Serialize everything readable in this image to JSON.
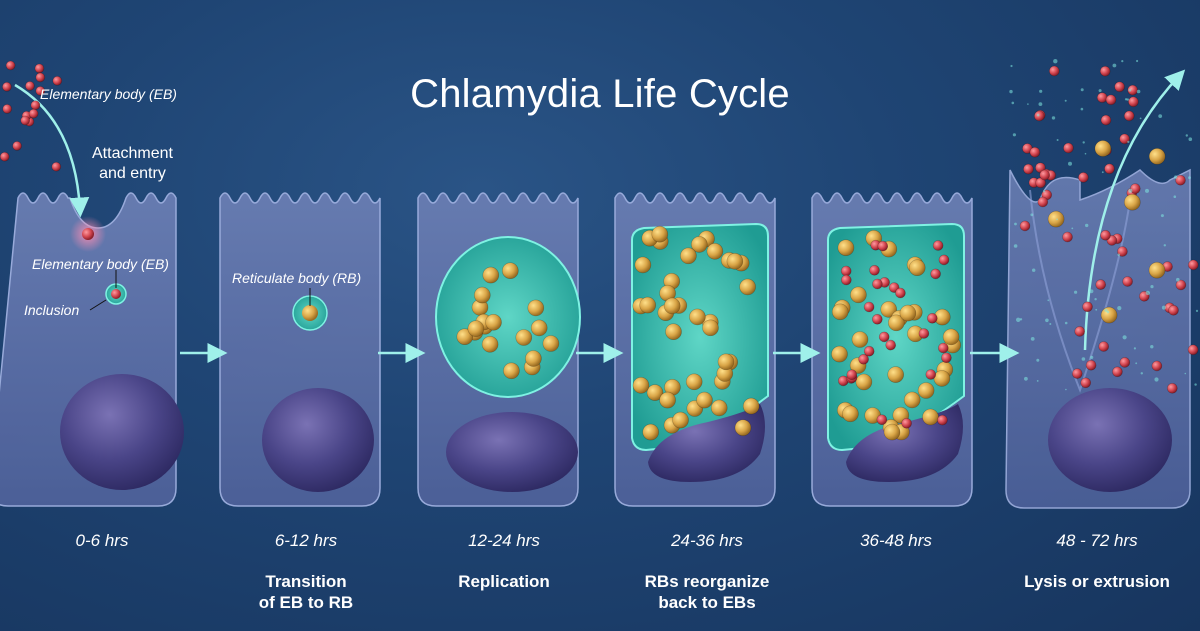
{
  "title": "Chlamydia Life Cycle",
  "annotations": {
    "eb_top": "Elementary body (EB)",
    "attachment_line1": "Attachment",
    "attachment_line2": "and entry",
    "eb_cell": "Elementary body (EB)",
    "inclusion": "Inclusion",
    "rb": "Reticulate body (RB)"
  },
  "stages": [
    {
      "time": "0-6 hrs",
      "caption": []
    },
    {
      "time": "6-12 hrs",
      "caption": [
        "Transition",
        "of EB to RB"
      ]
    },
    {
      "time": "12-24 hrs",
      "caption": [
        "Replication"
      ]
    },
    {
      "time": "24-36 hrs",
      "caption": [
        "RBs reorganize",
        "back to EBs"
      ]
    },
    {
      "time": "36-48 hrs",
      "caption": []
    },
    {
      "time": "48 - 72 hrs",
      "caption": [
        "Lysis or extrusion"
      ]
    }
  ],
  "colors": {
    "background": "#1d3f6c",
    "cell": "#5b6fa6",
    "nucleus": "#3d3a78",
    "inclusion": "#2fb6a8",
    "rb_gold": "#d9a547",
    "eb_red": "#d2454f",
    "arrow": "#9ff0ea"
  }
}
